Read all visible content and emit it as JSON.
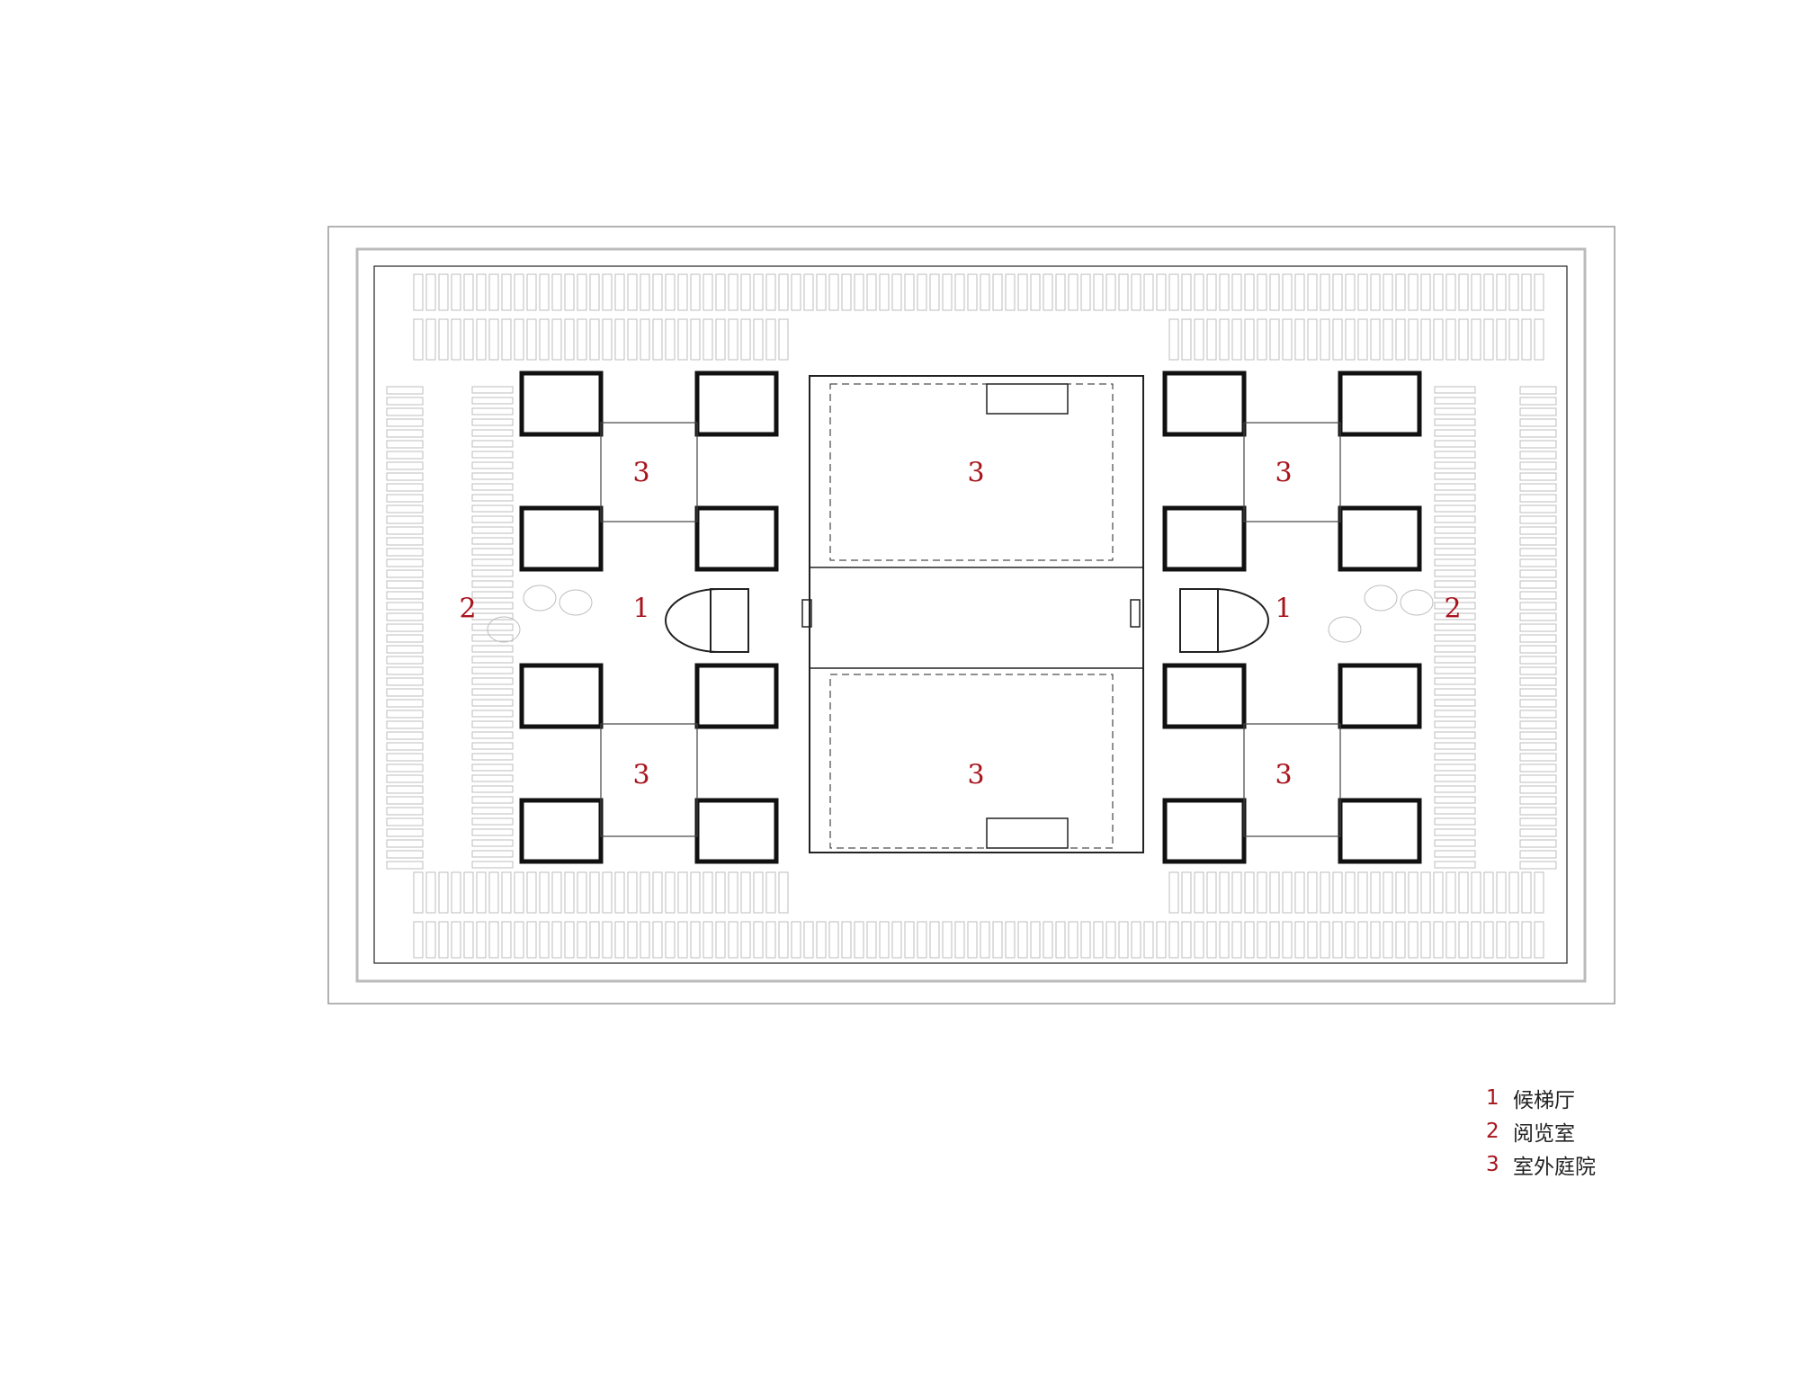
{
  "plan": {
    "labels": [
      {
        "id": "hall-left",
        "text": "1"
      },
      {
        "id": "hall-right",
        "text": "1"
      },
      {
        "id": "reading-left",
        "text": "2"
      },
      {
        "id": "reading-right",
        "text": "2"
      },
      {
        "id": "court-left-top",
        "text": "3"
      },
      {
        "id": "court-left-bottom",
        "text": "3"
      },
      {
        "id": "court-center-top",
        "text": "3"
      },
      {
        "id": "court-center-bottom",
        "text": "3"
      },
      {
        "id": "court-right-top",
        "text": "3"
      },
      {
        "id": "court-right-bottom",
        "text": "3"
      }
    ]
  },
  "legend": [
    {
      "num": "1",
      "label": "候梯厅"
    },
    {
      "num": "2",
      "label": "阅览室"
    },
    {
      "num": "3",
      "label": "室外庭院"
    }
  ],
  "colors": {
    "accent": "#a8141c",
    "line": "#1a1a1a",
    "light": "#bdbdbd"
  }
}
